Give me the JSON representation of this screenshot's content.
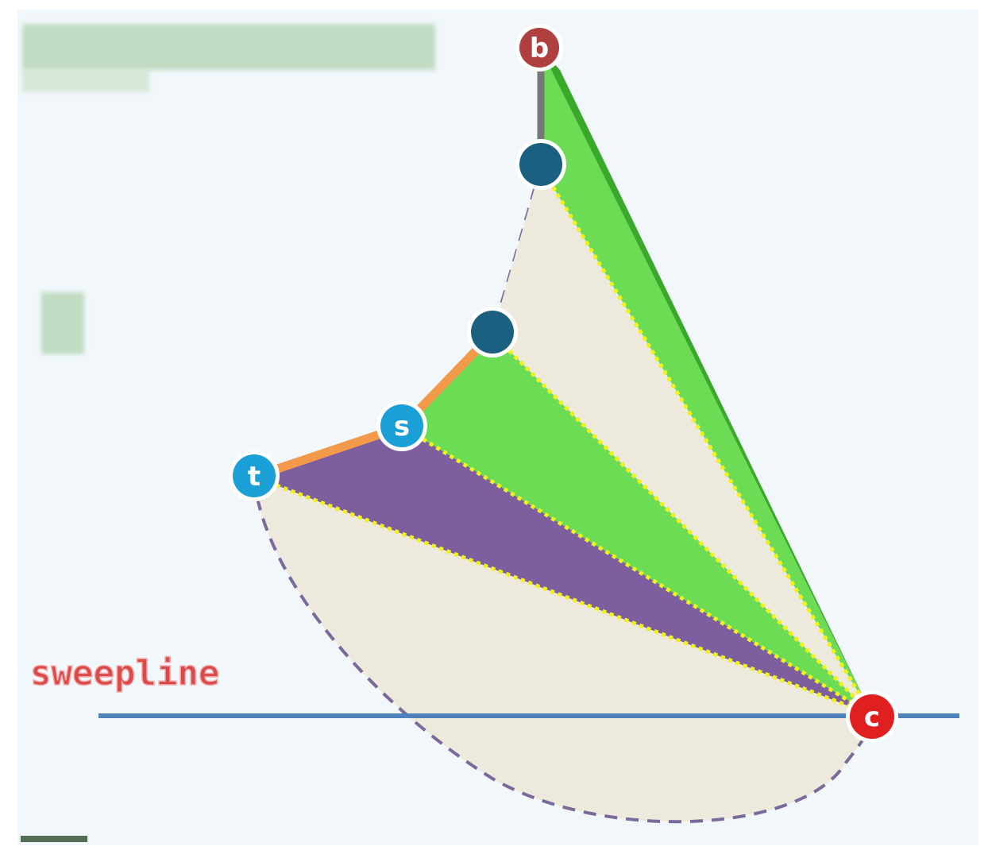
{
  "labels": {
    "b": "b",
    "s": "s",
    "t": "t",
    "c": "c",
    "sweepline": "sweepline"
  },
  "colors": {
    "background": "#f1f7fa",
    "region_beige": "#ede9dd",
    "region_green": "#6ddc55",
    "region_dark_green": "#3aa82a",
    "region_purple": "#7d5fa0",
    "dashed_boundary": "#7a6a9c",
    "yellow_diagonal": "#f2f21a",
    "orange_chain": "#f2994a",
    "sweepline": "#4f81bd",
    "node_red": "#e02020",
    "node_dark_red": "#b04040",
    "node_blue": "#1a9fd6",
    "node_teal": "#1b6080",
    "sweepline_text": "#d94a4a"
  }
}
